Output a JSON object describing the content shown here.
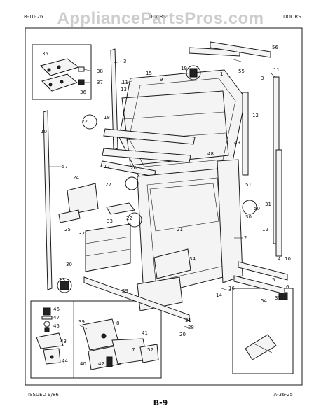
{
  "header": {
    "left_text": "R-10-26",
    "center_text": "DOCRS",
    "right_text": "DOORS"
  },
  "watermark": "AppliancePartsPros.com",
  "footer": {
    "issued": "ISSUED 9/86",
    "page": "B-9",
    "ref": "A-36-25"
  },
  "callouts": {
    "c1": "1",
    "c2": "2",
    "c3": "3",
    "c3b": "3",
    "c4": "4",
    "c5": "5",
    "c6": "6",
    "c7": "7",
    "c8": "8",
    "c9": "9",
    "c10": "10",
    "c10b": "10",
    "c11": "11",
    "c11b": "11",
    "c12": "12",
    "c12b": "12",
    "c13": "13",
    "c14": "14",
    "c15": "15",
    "c16": "16",
    "c17": "17",
    "c18": "18",
    "c19": "19",
    "c20": "20",
    "c21": "21",
    "c22a": "22",
    "c22b": "22",
    "c23": "23",
    "c24": "24",
    "c25": "25",
    "c26": "26",
    "c27": "27",
    "c28": "28",
    "c29": "29",
    "c30": "30",
    "c30b": "30",
    "c31": "31",
    "c31b": "31",
    "c32": "32",
    "c33": "33",
    "c34": "34",
    "c35": "35",
    "c36": "36",
    "c37": "37",
    "c37b": "37",
    "c38": "38",
    "c39": "39",
    "c40": "40",
    "c41": "41",
    "c42": "42",
    "c43": "43",
    "c44": "44",
    "c45": "45",
    "c46": "46",
    "c47": "47",
    "c48": "48",
    "c49": "49",
    "c50": "50",
    "c51": "51",
    "c52": "52",
    "c54": "54",
    "c55": "55",
    "c56": "56",
    "c57": "57"
  }
}
